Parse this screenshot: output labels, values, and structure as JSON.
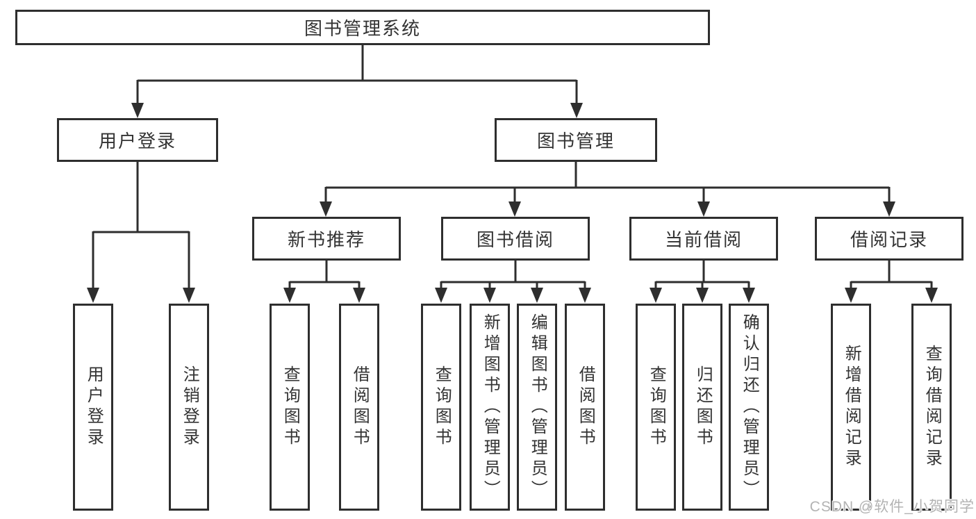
{
  "tree": {
    "root": {
      "label": "图书管理系统"
    },
    "level2": [
      {
        "label": "用户登录"
      },
      {
        "label": "图书管理"
      }
    ],
    "level3": [
      {
        "label": "新书推荐"
      },
      {
        "label": "图书借阅"
      },
      {
        "label": "当前借阅"
      },
      {
        "label": "借阅记录"
      }
    ],
    "leaves_user_login": [
      {
        "label": "用户登录"
      },
      {
        "label": "注销登录"
      }
    ],
    "leaves_new_book": [
      {
        "label": "查询图书"
      },
      {
        "label": "借阅图书"
      }
    ],
    "leaves_book_borrow": [
      {
        "label": "查询图书"
      },
      {
        "label": "新增图书（管理员）"
      },
      {
        "label": "编辑图书（管理员）"
      },
      {
        "label": "借阅图书"
      }
    ],
    "leaves_current_borrow": [
      {
        "label": "查询图书"
      },
      {
        "label": "归还图书"
      },
      {
        "label": "确认归还（管理员）"
      }
    ],
    "leaves_borrow_records": [
      {
        "label": "新增借阅记录"
      },
      {
        "label": "查询借阅记录"
      }
    ]
  },
  "watermark": {
    "text": "CSDN @软件_小贺同学"
  },
  "colors": {
    "line": "#2e2e2e",
    "text": "#333333",
    "background": "#ffffff",
    "watermark": "#b3b3b3"
  }
}
